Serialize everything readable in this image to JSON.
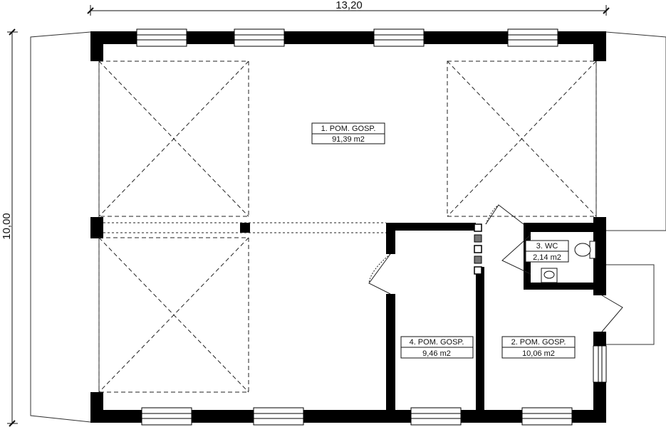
{
  "dimensions": {
    "width_label": "13,20",
    "height_label": "10,00"
  },
  "rooms": [
    {
      "name": "1. POM. GOSP.",
      "area": "91,39 m2"
    },
    {
      "name": "2. POM. GOSP.",
      "area": "10,06 m2"
    },
    {
      "name": "3. WC",
      "area": "2,14 m2"
    },
    {
      "name": "4. POM. GOSP.",
      "area": "9,46 m2"
    }
  ],
  "colors": {
    "wall": "#000000",
    "line": "#222222",
    "background": "#ffffff"
  }
}
